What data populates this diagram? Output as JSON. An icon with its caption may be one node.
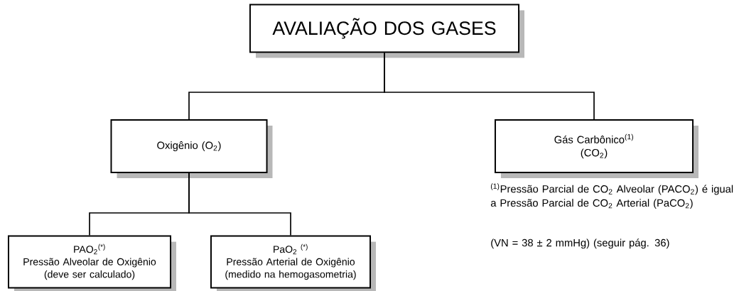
{
  "diagram": {
    "nodes": [
      {
        "text": [
          "AVALIAÇÃO DOS GASES"
        ]
      },
      {
        "text": [
          "Oxigênio (O$_{2}$)"
        ]
      },
      {
        "text": [
          "Gás Carbônico$^{(1)}$ (CO$_{2}$)"
        ]
      },
      {
        "text": [
          "PAO$_{2}$$^{(*)}$",
          "Pressão Alveolar de Oxigênio (deve ser calculado)"
        ]
      },
      {
        "text": [
          "PaO$_{2}$ $^{(*)}$",
          "Pressão Arterial de Oxigênio (medido na hemogasometria)"
        ]
      }
    ],
    "edges": [
      {
        "from": 0,
        "to": 1,
        "arrow": "none"
      },
      {
        "from": 0,
        "to": 2,
        "arrow": "none"
      },
      {
        "from": 1,
        "to": 3,
        "arrow": "none"
      },
      {
        "from": 1,
        "to": 4,
        "arrow": "none"
      }
    ],
    "labels": [
      "$^{(1)}$Pressão Parcial de CO$_{2}$ Alveolar (PACO$_{2}$) é igual a Pressão Parcial de CO$_{2}$ Arterial (PaCO$_{2}$)",
      "(VN = 38 ± 2 mmHg) (seguir pág. 36)"
    ]
  }
}
